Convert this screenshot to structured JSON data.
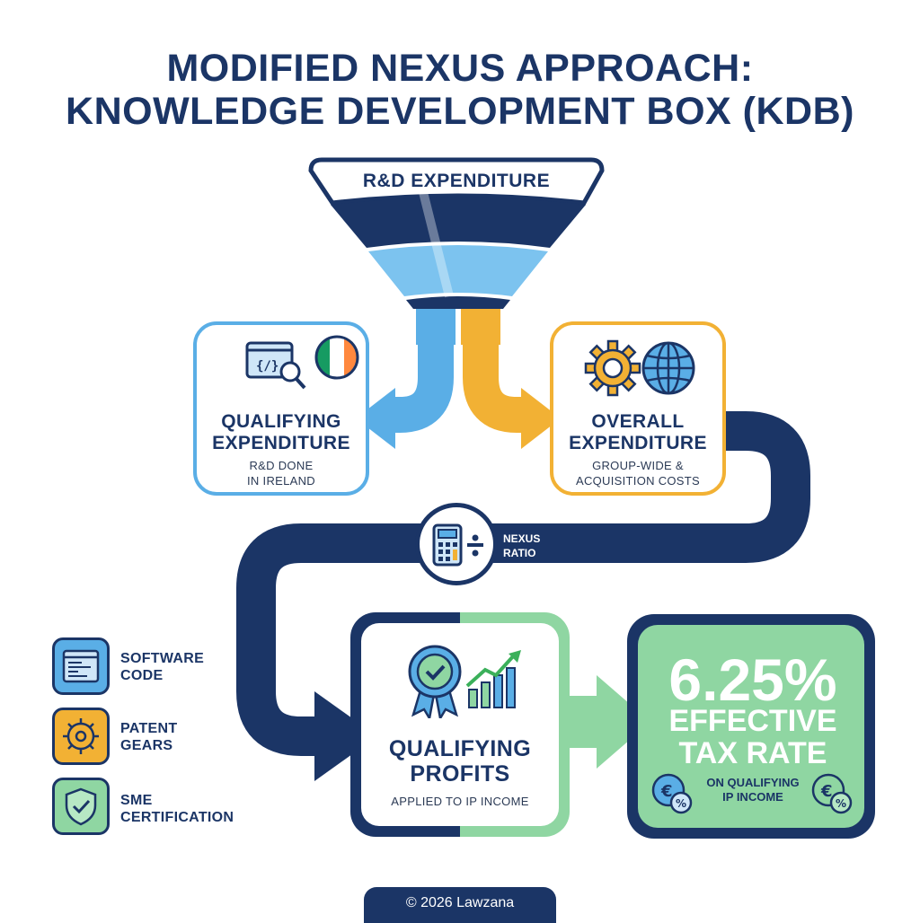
{
  "title": {
    "line1": "MODIFIED NEXUS APPROACH:",
    "line2": "KNOWLEDGE DEVELOPMENT BOX (KDB)"
  },
  "funnel": {
    "label": "R&D EXPENDITURE"
  },
  "qualifying_expenditure": {
    "title_line1": "QUALIFYING",
    "title_line2": "EXPENDITURE",
    "sub_line1": "R&D DONE",
    "sub_line2": "IN IRELAND"
  },
  "overall_expenditure": {
    "title_line1": "OVERALL",
    "title_line2": "EXPENDITURE",
    "sub_line1": "GROUP-WIDE &",
    "sub_line2": "ACQUISITION COSTS"
  },
  "nexus_ratio": {
    "line1": "NEXUS",
    "line2": "RATIO"
  },
  "legend": [
    {
      "line1": "SOFTWARE",
      "line2": "CODE",
      "color": "#5aaee6"
    },
    {
      "line1": "PATENT",
      "line2": "GEARS",
      "color": "#f2b134"
    },
    {
      "line1": "SME",
      "line2": "CERTIFICATION",
      "color": "#8fd6a2"
    }
  ],
  "qualifying_profits": {
    "title_line1": "QUALIFYING",
    "title_line2": "PROFITS",
    "sub": "APPLIED TO IP INCOME"
  },
  "tax_rate": {
    "value": "6.25%",
    "label_line1": "EFFECTIVE",
    "label_line2": "TAX RATE",
    "sub_line1": "ON QUALIFYING",
    "sub_line2": "IP INCOME"
  },
  "footer": "© 2026 Lawzana",
  "colors": {
    "navy": "#1b3566",
    "blue": "#5aaee6",
    "orange": "#f2b134",
    "green": "#8fd6a2",
    "irish_green": "#169b62",
    "irish_orange": "#ff883e"
  },
  "icons": [
    "code-window-icon",
    "magnifier-icon",
    "irish-flag-icon",
    "gear-icon",
    "globe-icon",
    "calculator-icon",
    "divide-icon",
    "award-ribbon-icon",
    "growth-chart-icon",
    "euro-percent-coin-icon",
    "shield-check-icon"
  ]
}
